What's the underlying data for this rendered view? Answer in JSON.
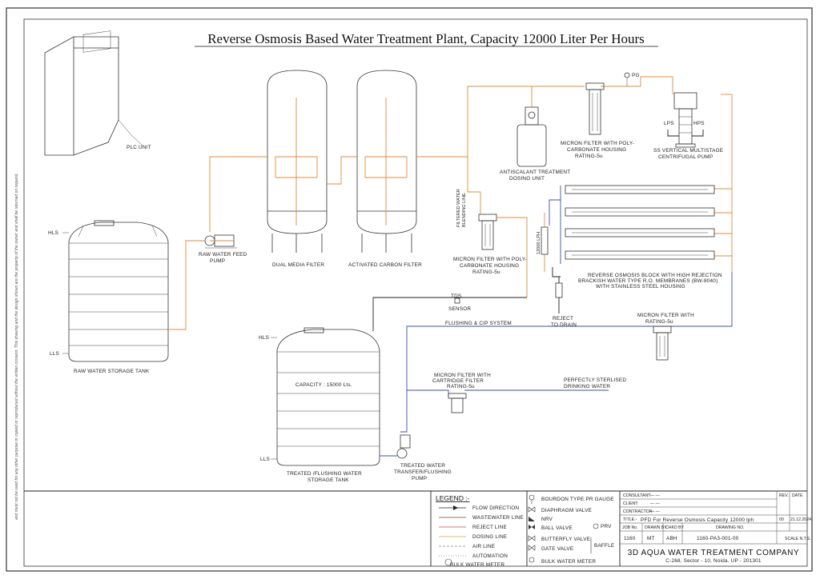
{
  "title": "Reverse Osmosis Based Water Treatment Plant, Capacity 12000 Liter Per Hours",
  "side_note": "and must not be used for any other purpose or copied or reproduced without the written consent. This drawing and the design shown are the property of the owner and shall be returned on request.",
  "equipment": {
    "plc": "PLC UNIT",
    "raw_tank": "RAW WATER STORAGE TANK",
    "raw_tank_hls": "HLS",
    "raw_tank_lls": "LLS",
    "feed_pump": [
      "RAW WATER FEED",
      "PUMP"
    ],
    "dmf": "DUAL MEDIA FILTER",
    "acf": "ACTIVATED CARBON FILTER",
    "antiscalant": [
      "ANTISCALANT TREATMENT",
      "DOSING UNIT"
    ],
    "micron_top": [
      "MICRON FILTER WITH POLY-",
      "CARBONATE HOUSING",
      "RATING-5u"
    ],
    "pg": "PG",
    "lps": "LPS",
    "hps": "HPS",
    "hp_pump": [
      "SS VERTICAL MULTISTAGE",
      "CENTRIFUGAL PUMP"
    ],
    "blending": [
      "FILTERED WATER",
      "BLENDING LINE"
    ],
    "micron_mid": [
      "MICRON FILTER WITH POLY-",
      "CARBONATE HOUSING",
      "RATING-5u"
    ],
    "rotameter": "12000 LPH",
    "ro_block": [
      "REVERSE OSMOSIS BLOCK WITH HIGH REJECTION",
      "BRACKISH WATER TYPE R.O. MEMBRANES (BW-8040)",
      "WITH STAINLESS STEEL HOUSING"
    ],
    "tds": [
      "TDS",
      "SENSOR"
    ],
    "reject": [
      "REJECT",
      "TO DRAIN"
    ],
    "micron_right": [
      "MICRON FILTER WITH",
      "RATING-5u"
    ],
    "flushing": "FLUSHING & CIP SYSTEM",
    "treated_tank_capacity": "CAPACITY : 15000 Lts.",
    "treated_tank": [
      "TREATED /FLUSHING WATER",
      "STORAGE TANK"
    ],
    "treated_hls": "HLS",
    "treated_lls": "LLS",
    "micron_cart": [
      "MICRON FILTER WITH",
      "CARTRIDGE FILTER",
      "RATING-5u"
    ],
    "sterilised": [
      "PERFECTLY STERLISED",
      "DRINKING WATER"
    ],
    "transfer_pump": [
      "TREATED WATER",
      "TRANSFER/FLUSHING",
      "PUMP"
    ]
  },
  "legend": {
    "heading": "LEGEND :-",
    "lines": [
      {
        "label": "FLOW DIRECTION",
        "color": "#222222"
      },
      {
        "label": "WASTEWATER LINE",
        "color": "#7a4a2a"
      },
      {
        "label": "REJECT LINE",
        "color": "#c44a4a"
      },
      {
        "label": "DOSING LINE",
        "color": "#e0a040"
      },
      {
        "label": "AIR LINE",
        "color": "#888888"
      },
      {
        "label": "AUTOMATION",
        "color": "#444444"
      }
    ],
    "bulk_meter_left": "BULK WATER METER",
    "symbols": [
      "BOURDON TYPE PR GAUGE",
      "DIAPHRAGM VALVE",
      "NRV",
      "BALL VALVE",
      "BUTTERFLY VALVE",
      "GATE VALVE",
      "BULK WATER METER"
    ],
    "prv": "PRV",
    "baffle": "BAFFLE"
  },
  "title_block": {
    "consultant_label": "CONSULTANT:",
    "consultant_value": "— —",
    "client_label": "CLIENT:",
    "client_value": "— —",
    "contractor_label": "CONTRACTOR:",
    "contractor_value": "— —",
    "title_label": "TITLE:-",
    "title_value": "PFD For Reverse Osmosis Capacity 12000 lph",
    "rev_label": "REV.",
    "date_label": "DATE",
    "rev_value": "00",
    "date_value": "21.12.2024",
    "job_no_label": "JOB No.",
    "drawn_by_label": "DRAWN BY",
    "chkd_by_label": "CHKD BY",
    "drawing_no_label": "DRAWING NO.",
    "job_no": "1160",
    "drawn_by": "MT",
    "chkd_by": "ABH",
    "drawing_no": "1160-PA3-001-00",
    "scale": "SCALE N.T.S.",
    "company": "3D AQUA WATER TREATMENT COMPANY",
    "address": "C-268, Sector - 10, Noida. UP - 201301"
  },
  "colors": {
    "water_line": "#e08a3c",
    "product_line": "#3b4fa8",
    "frame": "#333333"
  }
}
